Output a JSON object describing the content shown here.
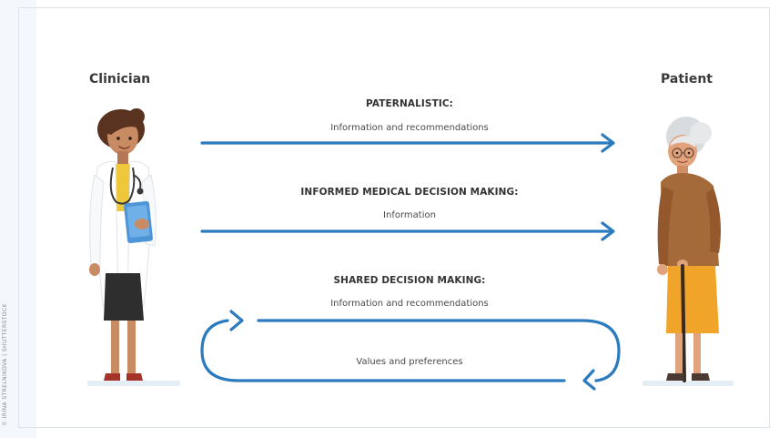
{
  "roles": {
    "clinician": "Clinician",
    "patient": "Patient"
  },
  "models": [
    {
      "title": "PATERNALISTIC:",
      "caption": "Information and recommendations"
    },
    {
      "title": "INFORMED MEDICAL DECISION MAKING:",
      "caption": "Information"
    },
    {
      "title": "SHARED DECISION MAKING:",
      "caption": "Information and recommendations",
      "return_caption": "Values and preferences"
    }
  ],
  "credit": "© IRINA STRELNIKOVA | SHUTTERSTOCK",
  "colors": {
    "arrow": "#2c7bbf",
    "text": "#333333",
    "clinician_coat": "#ffffff",
    "clinician_skin": "#c98b63",
    "patient_sweater": "#a46a3a",
    "patient_skirt": "#f0a42a"
  }
}
